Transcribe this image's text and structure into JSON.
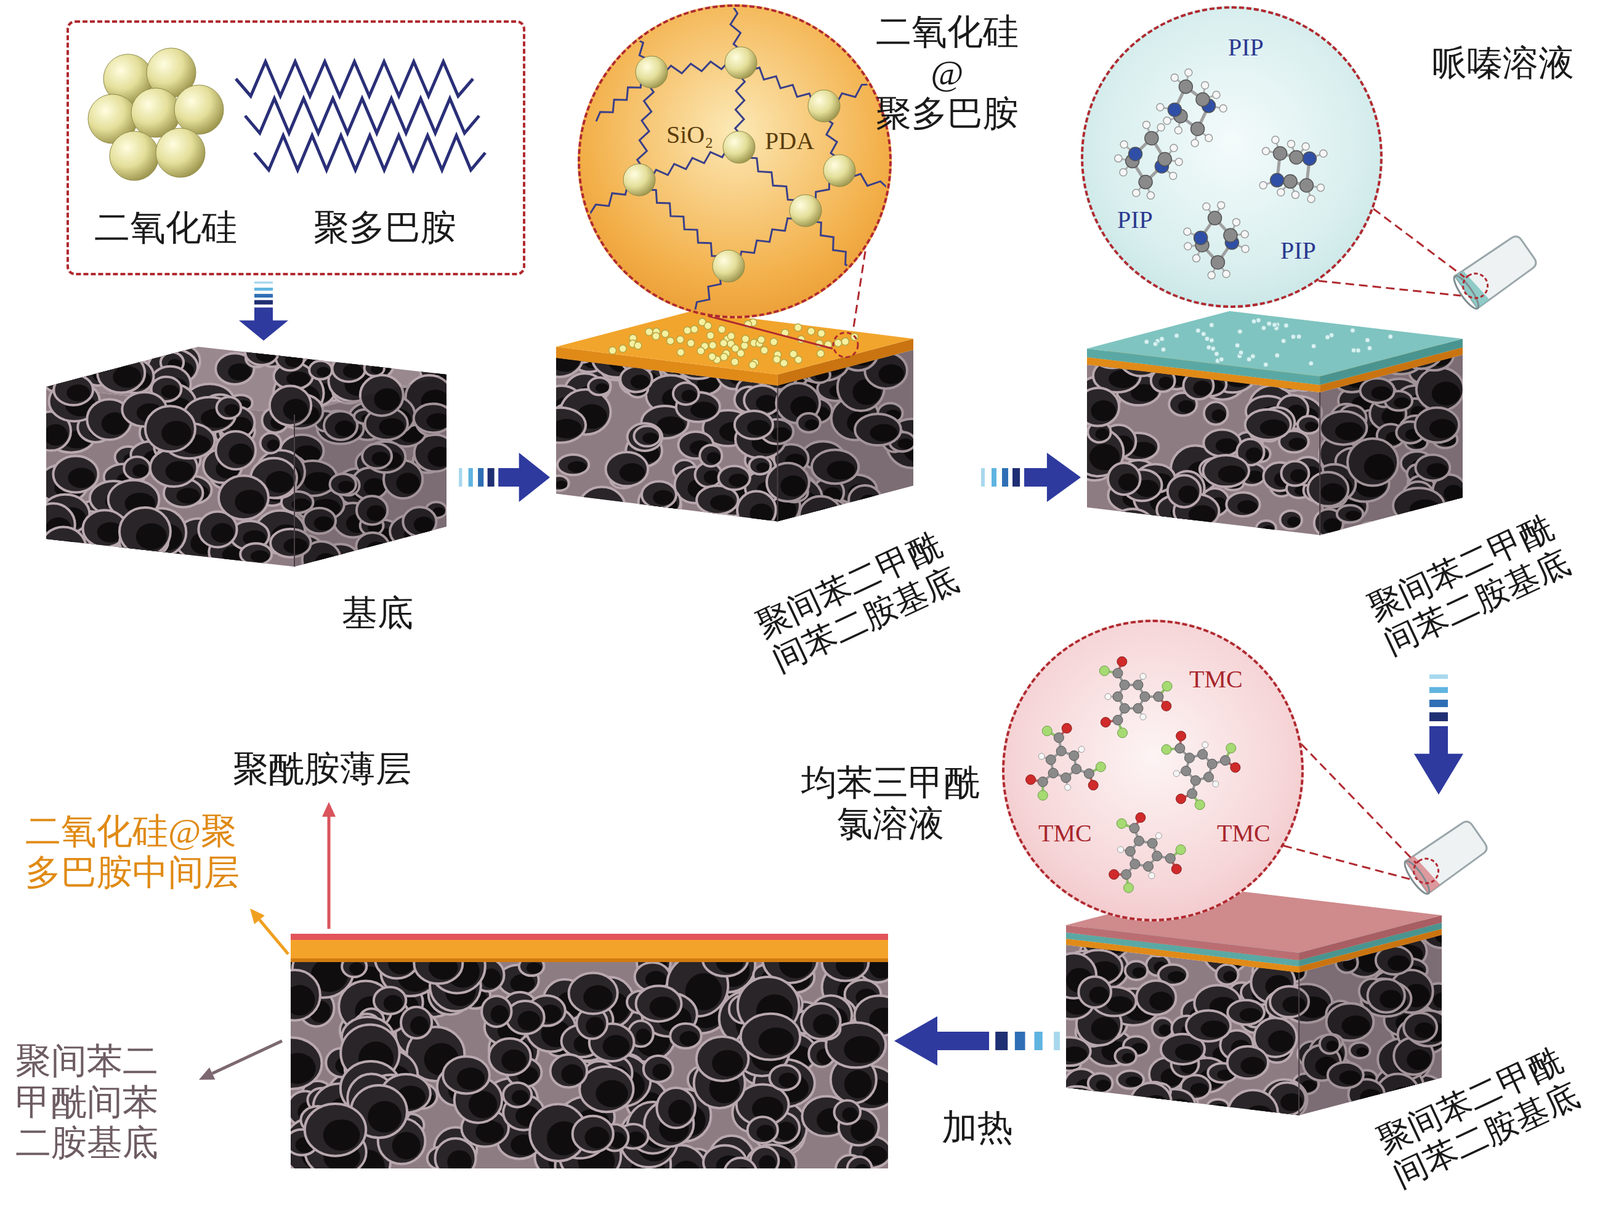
{
  "diagram": {
    "nodes": [
      {
        "text": [
          "二氧化硅",
          "聚多巴胺"
        ]
      },
      {
        "text": [
          "基底"
        ]
      },
      {
        "text": [
          "聚间苯二甲酰 间苯二胺基底"
        ]
      },
      {
        "text": [
          "二氧化硅 @聚多巴胺",
          "SiO₂",
          "PDA"
        ]
      },
      {
        "text": [
          "哌嗪溶液",
          "PIP",
          "PIP",
          "PIP"
        ]
      },
      {
        "text": [
          "聚间苯二甲酰 间苯二胺基底"
        ]
      },
      {
        "text": [
          "均苯三甲酰 氯溶液",
          "TMC",
          "TMC",
          "TMC"
        ]
      },
      {
        "text": [
          "聚间苯二甲酰 间苯二胺基底"
        ]
      },
      {
        "text": [
          "聚酰胺薄层",
          "二氧化硅@聚 多巴胺中间层",
          "聚间苯二 甲酰间苯 二胺基底"
        ]
      }
    ],
    "edges": [
      {
        "from": 0,
        "to": 1,
        "arrow": "to"
      },
      {
        "from": 1,
        "to": 2,
        "arrow": "to"
      },
      {
        "from": 2,
        "to": 5,
        "arrow": "to"
      },
      {
        "from": 5,
        "to": 7,
        "arrow": "to"
      },
      {
        "from": 7,
        "to": 8,
        "label": "加热",
        "arrow": "to"
      }
    ]
  }
}
